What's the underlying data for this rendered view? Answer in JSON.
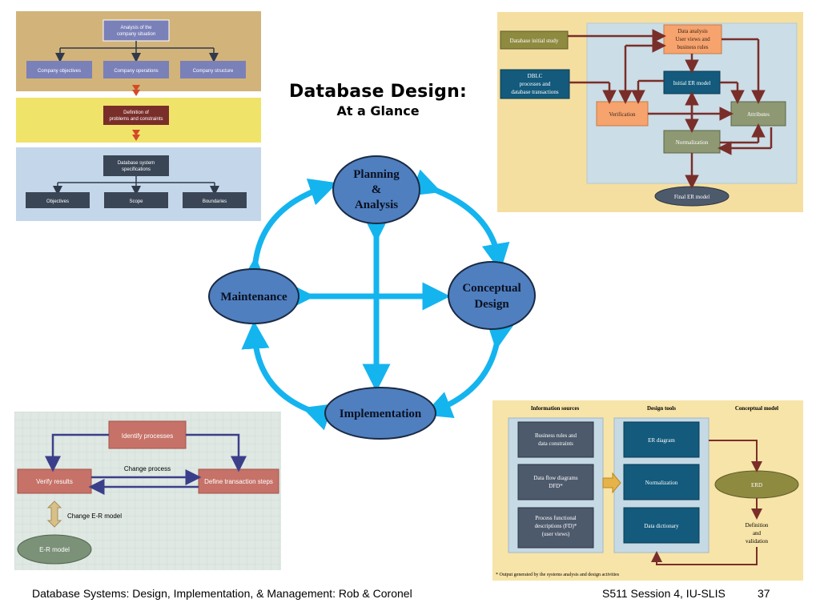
{
  "title": {
    "main": "Database Design:",
    "sub": "At a Glance"
  },
  "cycle": {
    "planning_line1": "Planning",
    "planning_line2": "&",
    "planning_line3": "Analysis",
    "conceptual_line1": "Conceptual",
    "conceptual_line2": "Design",
    "maintenance": "Maintenance",
    "implementation": "Implementation"
  },
  "top_left": {
    "analysis_line1": "Analysis of the",
    "analysis_line2": "company situation",
    "objectives": "Company objectives",
    "operations": "Company operations",
    "structure": "Company structure",
    "definition_line1": "Definition of",
    "definition_line2": "problems and constraints",
    "spec_line1": "Database system",
    "spec_line2": "specifications",
    "obj": "Objectives",
    "scope": "Scope",
    "boundaries": "Boundaries"
  },
  "top_right": {
    "initial_study": "Database initial study",
    "data_analysis_line1": "Data analysis",
    "data_analysis_line2": "User views and",
    "data_analysis_line3": "business rules",
    "dblc_line1": "DBLC",
    "dblc_line2": "processes and",
    "dblc_line3": "database transactions",
    "initial_er": "Initial ER model",
    "verification": "Verification",
    "attributes": "Attributes",
    "normalization": "Normalization",
    "final_er": "Final ER model"
  },
  "bottom_left": {
    "identify": "Identify processes",
    "change_process": "Change process",
    "verify": "Verify results",
    "define": "Define transaction steps",
    "change_er": "Change E-R model",
    "er_model": "E-R model"
  },
  "bottom_right": {
    "info_sources": "Information sources",
    "design_tools": "Design tools",
    "conceptual_model": "Conceptual model",
    "rules_line1": "Business rules and",
    "rules_line2": "data constraints",
    "dfd_line1": "Data flow diagrams",
    "dfd_line2": "DFD*",
    "proc_line1": "Process functional",
    "proc_line2": "descriptions (FD)*",
    "proc_line3": "(user views)",
    "er_diagram": "ER diagram",
    "normalization": "Normalization",
    "dictionary": "Data dictionary",
    "erd": "ERD",
    "def_line1": "Definition",
    "def_line2": "and",
    "def_line3": "validation",
    "footnote": "* Output generated by the systems analysis and design activities"
  },
  "footer": {
    "left": "Database Systems: Design, Implementation, & Management: Rob & Coronel",
    "session": "S511 Session 4, IU-SLIS",
    "page": "37"
  },
  "colors": {
    "cycle_arrow": "#14b4ef",
    "ellipse_fill": "#4f7fbf",
    "dark_box": "#3a4656",
    "teal_box": "#135a7c",
    "brown_arrow": "#7a2e2a",
    "orange_box": "#f6a36e",
    "olive_box": "#8e8a40"
  }
}
